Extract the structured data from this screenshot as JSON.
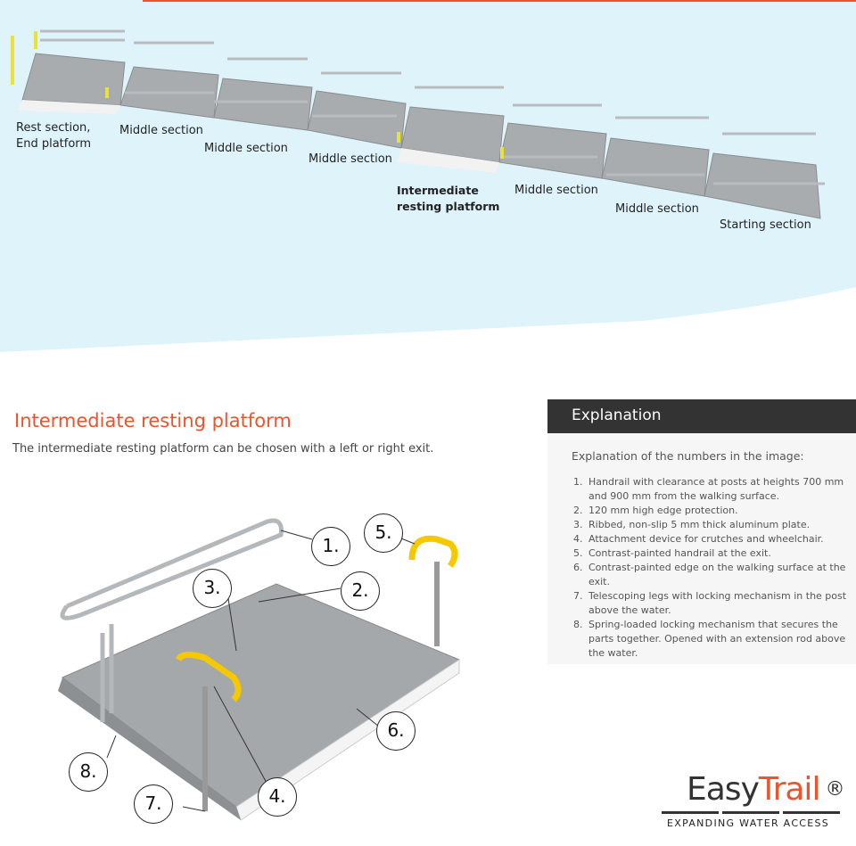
{
  "overview": {
    "labels": [
      {
        "text1": "Rest section,",
        "text2": "End platform"
      },
      {
        "text1": "Middle section"
      },
      {
        "text1": "Middle section"
      },
      {
        "text1": "Middle section"
      },
      {
        "text1": "Intermediate",
        "text2": "resting platform"
      },
      {
        "text1": "Middle section"
      },
      {
        "text1": "Middle section"
      },
      {
        "text1": "Starting section"
      }
    ]
  },
  "section": {
    "title": "Intermediate resting platform",
    "subtitle": "The intermediate resting platform can be chosen with a left or right exit."
  },
  "callouts": [
    "1.",
    "2.",
    "3.",
    "4.",
    "5.",
    "6.",
    "7.",
    "8."
  ],
  "explanation": {
    "header": "Explanation",
    "intro": "Explanation of the numbers in the image:",
    "items": [
      "Handrail with clearance at posts at heights 700 mm and 900 mm from the walking surface.",
      "120 mm high edge protection.",
      "Ribbed, non-slip 5 mm thick aluminum plate.",
      "Attachment device for crutches and wheelchair.",
      "Contrast-painted handrail at the exit.",
      "Contrast-painted edge on the walking surface at the exit.",
      "Telescoping legs with locking mechanism in the post above the water.",
      "Spring-loaded locking mechanism that secures the parts together. Opened with an extension rod above the water."
    ]
  },
  "logo": {
    "word1": "Easy",
    "word2": "Trail",
    "reg": "®",
    "tagline": "EXPANDING WATER ACCESS"
  },
  "colors": {
    "accent": "#e8552e",
    "sky": "#dff3fb",
    "dark": "#333333"
  }
}
